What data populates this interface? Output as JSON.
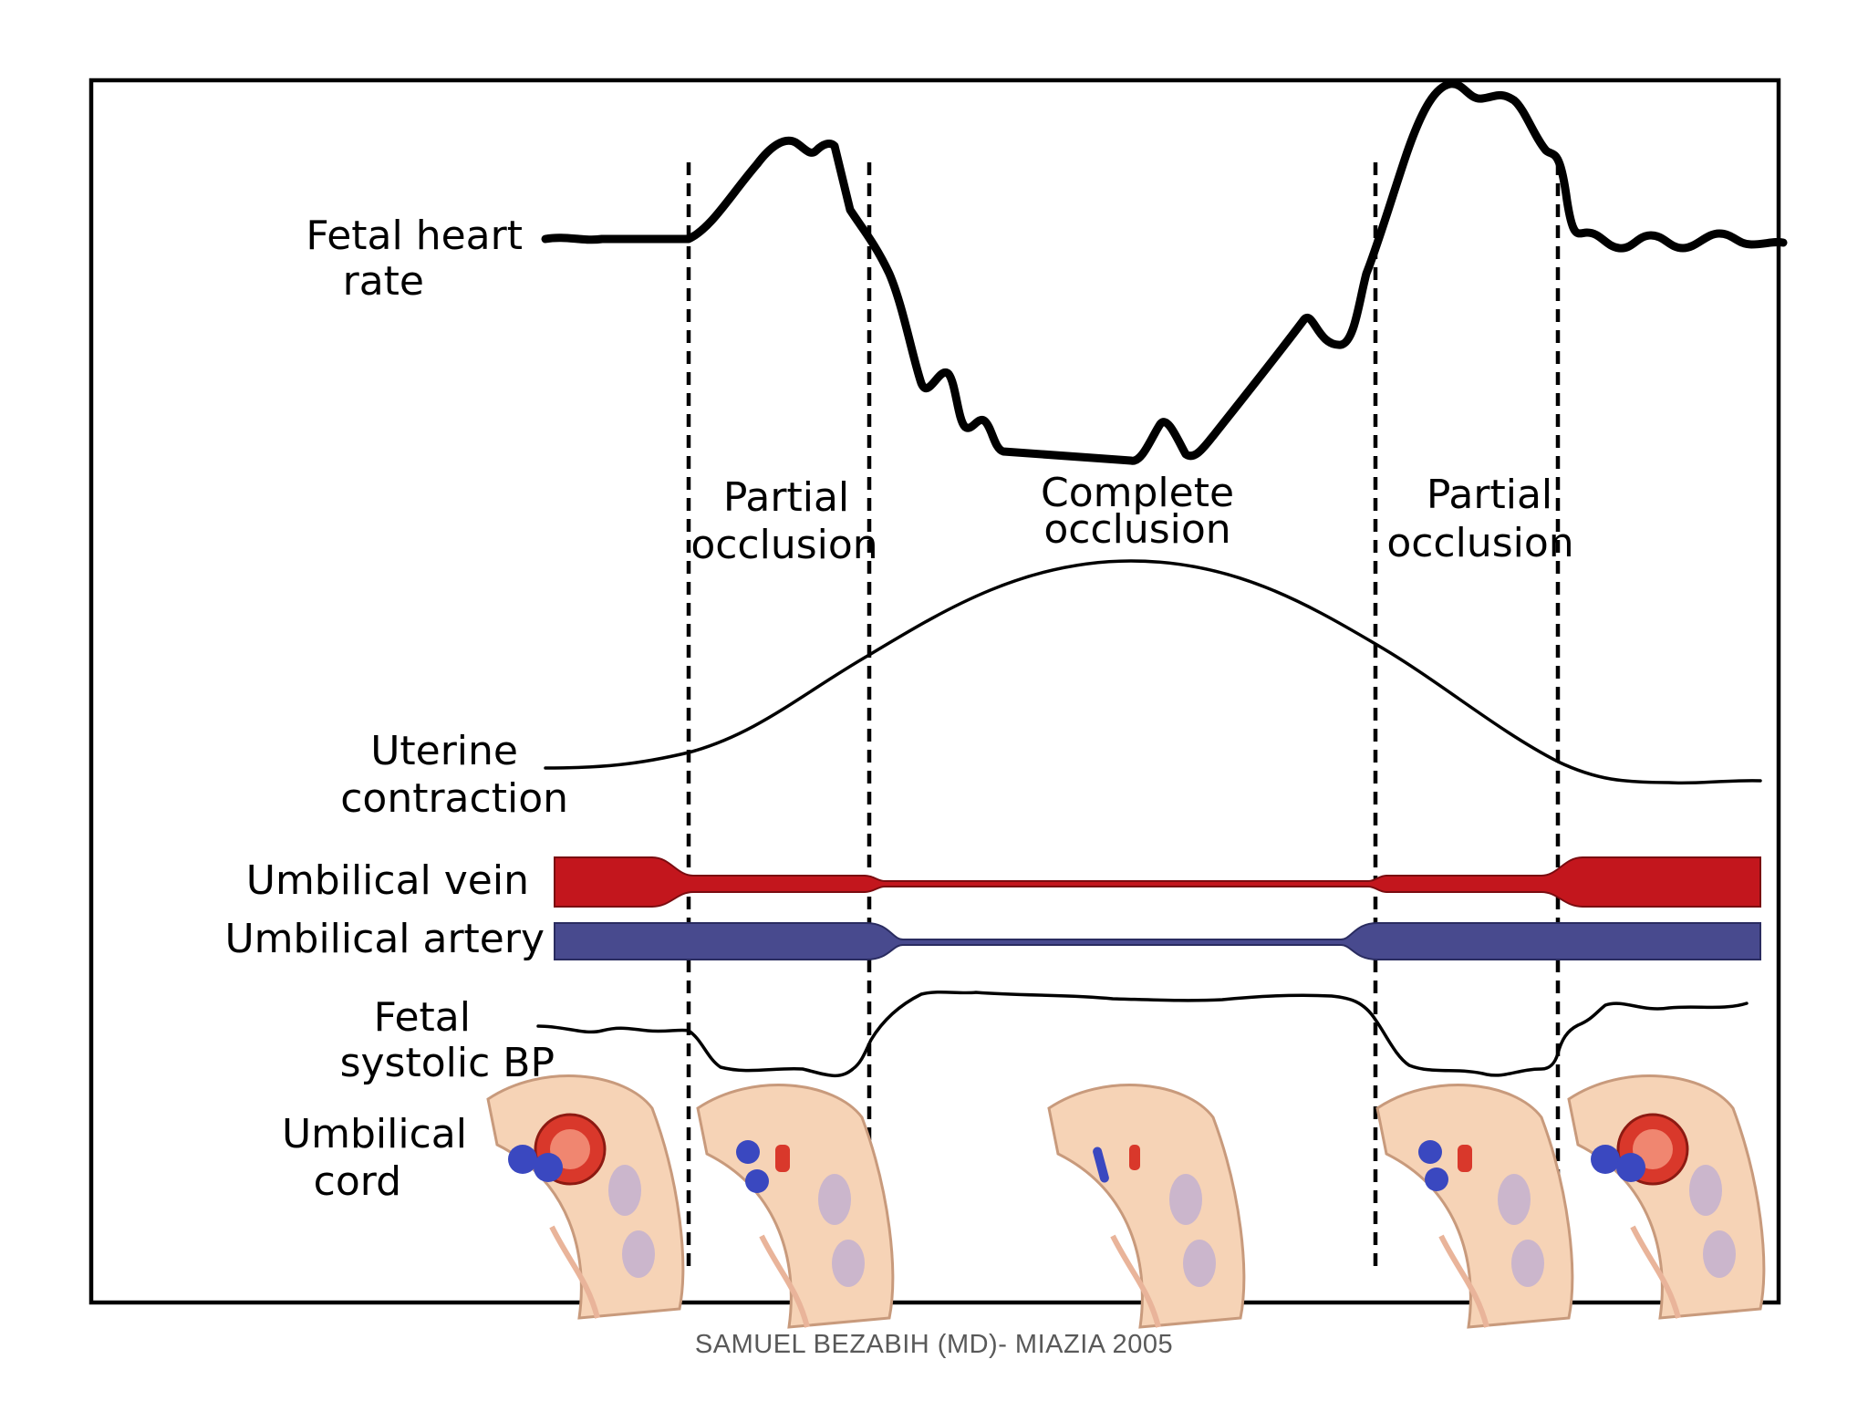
{
  "labels": {
    "fetal_heart_rate": [
      "Fetal heart",
      "rate"
    ],
    "partial_occlusion_left": [
      "Partial",
      "occlusion"
    ],
    "complete_occlusion": [
      "Complete",
      "occlusion"
    ],
    "partial_occlusion_right": [
      "Partial",
      "occlusion"
    ],
    "uterine_contraction": [
      "Uterine",
      "contraction"
    ],
    "umbilical_vein": "Umbilical vein",
    "umbilical_artery": "Umbilical artery",
    "fetal_systolic_bp": [
      "Fetal",
      "systolic BP"
    ],
    "umbilical_cord": [
      "Umbilical",
      "cord"
    ]
  },
  "colors": {
    "vein": "#c3161d",
    "artery": "#484a8e",
    "frame": "#000000",
    "cord_skin": "#f6d3b6",
    "cord_red": "#d9382b",
    "cord_blue": "#3a48c0"
  },
  "footer": "SAMUEL BEZABIH (MD)- MIAZIA 2005"
}
